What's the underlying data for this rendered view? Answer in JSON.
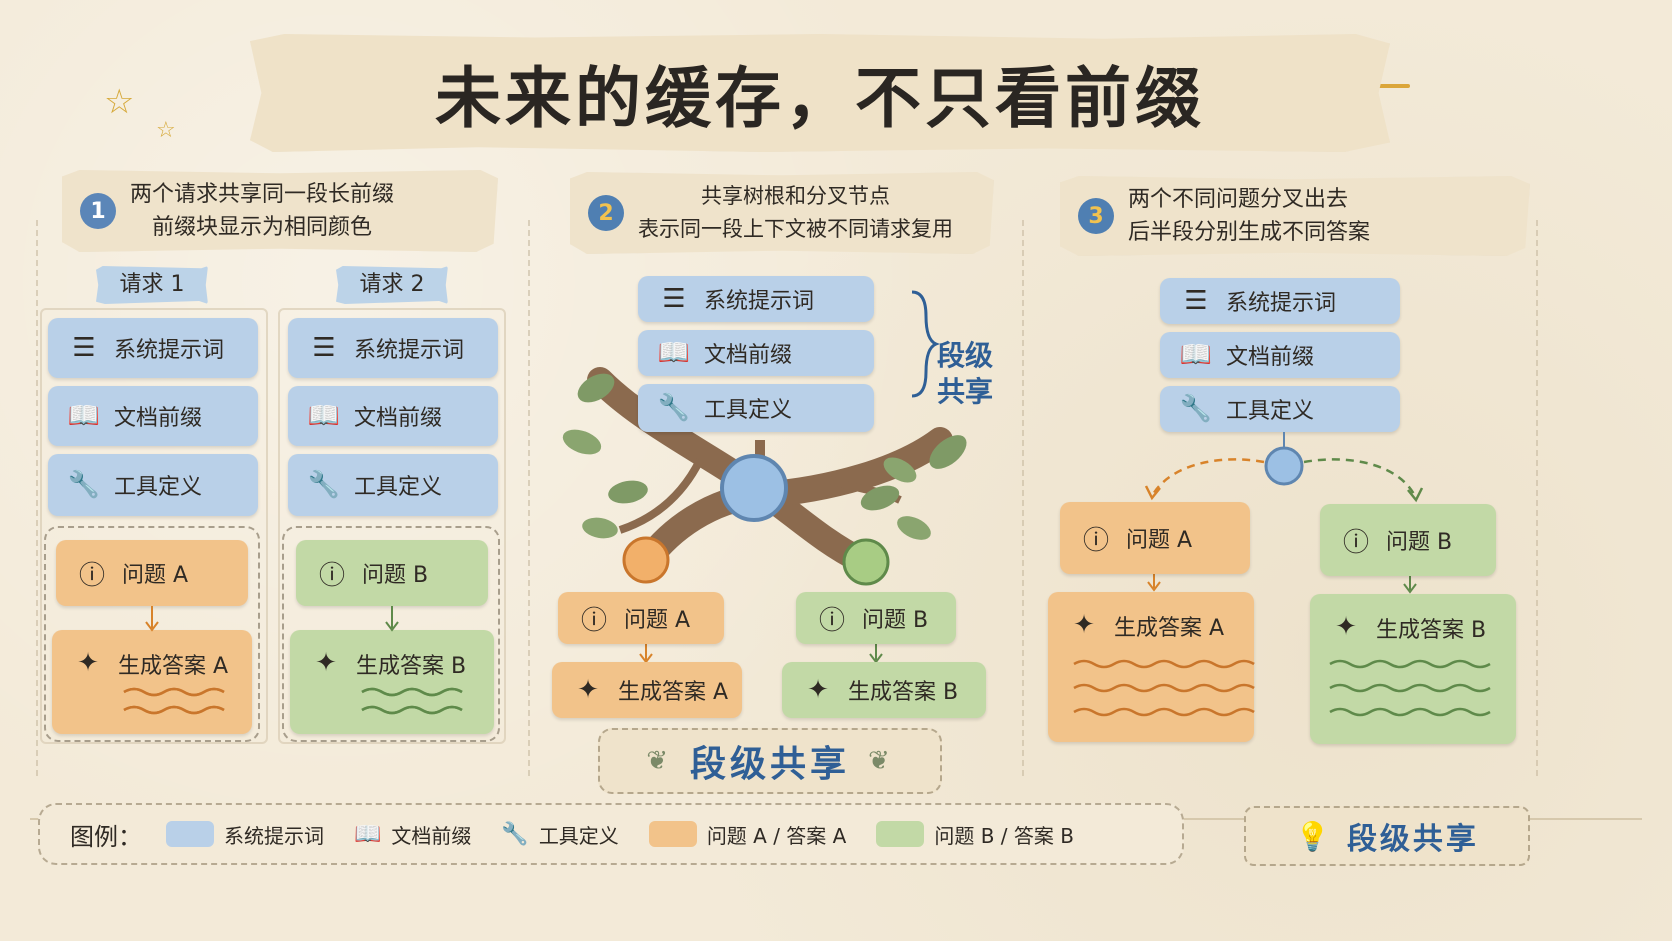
{
  "title": "未来的缓存，不只看前缀",
  "panels": [
    {
      "num": "1",
      "line1": "两个请求共享同一段长前缀",
      "line2": "前缀块显示为相同颜色"
    },
    {
      "num": "2",
      "line1": "共享树根和分叉节点",
      "line2": "表示同一段上下文被不同请求复用"
    },
    {
      "num": "3",
      "line1": "两个不同问题分叉出去",
      "line2": "后半段分别生成不同答案"
    }
  ],
  "blocks": {
    "system_prompt": "系统提示词",
    "doc_prefix": "文档前缀",
    "tool_def": "工具定义",
    "question_a": "问题 A",
    "question_b": "问题 B",
    "answer_a": "生成答案 A",
    "answer_b": "生成答案 B"
  },
  "requests": [
    "请求 1",
    "请求 2"
  ],
  "brace_label": [
    "段级",
    "共享"
  ],
  "bottom_badge": "段级共享",
  "legend": {
    "title": "图例：",
    "items": [
      {
        "label": "系统提示词",
        "color": "#b9d0e8"
      },
      {
        "label": "文档前缀",
        "icon": "book-icon"
      },
      {
        "label": "工具定义",
        "icon": "wrench-icon"
      },
      {
        "label": "问题 A / 答案 A",
        "color": "#f2c38a"
      },
      {
        "label": "问题 B / 答案 B",
        "color": "#c2d9a6"
      }
    ]
  },
  "summary_badge": "段级共享",
  "colors": {
    "blue": "#b9d0e8",
    "orange": "#f2c38a",
    "green": "#c2d9a6",
    "accent": "#2f5f96",
    "number": "#5b86b8"
  }
}
